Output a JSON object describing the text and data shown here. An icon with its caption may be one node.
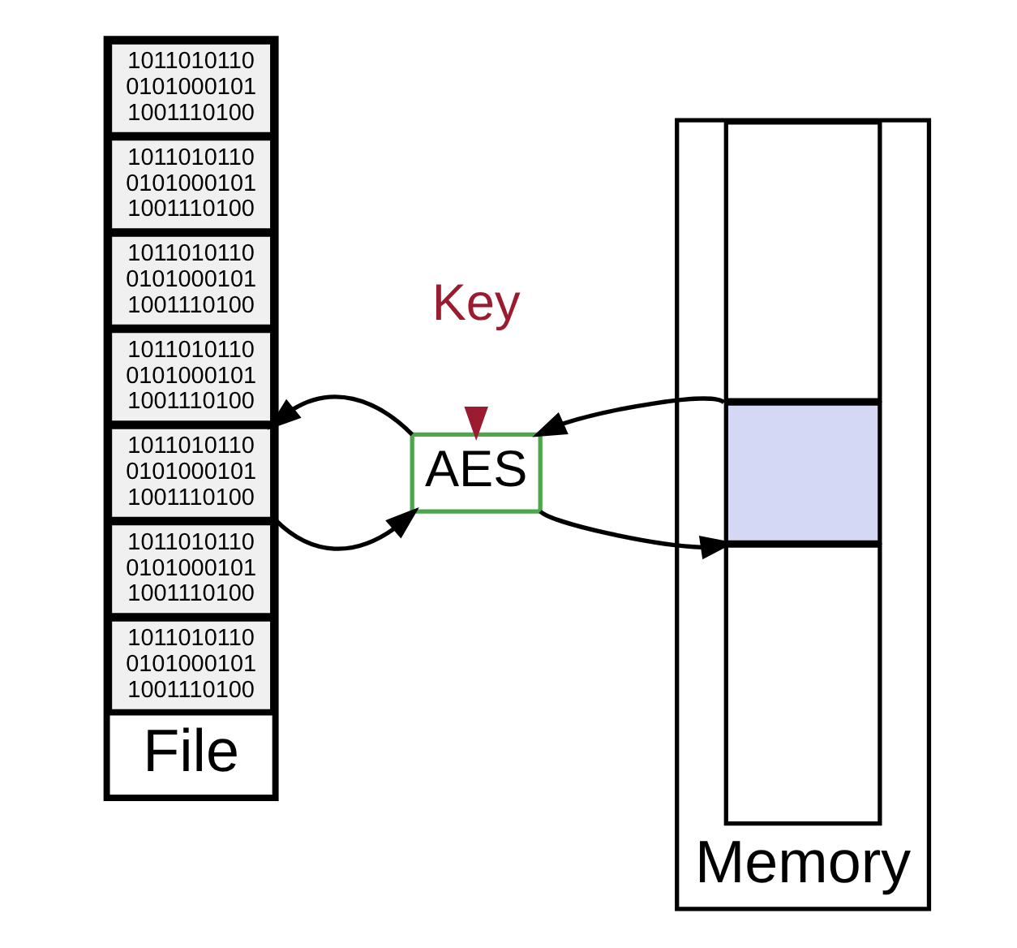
{
  "diagram": {
    "nodes": [
      {
        "text": [
          "File"
        ]
      },
      {
        "text": [
          "1011010110",
          "0101000101",
          "1001110100"
        ],
        "in": 0
      },
      {
        "text": [
          "1011010110",
          "0101000101",
          "1001110100"
        ],
        "in": 0
      },
      {
        "text": [
          "1011010110",
          "0101000101",
          "1001110100"
        ],
        "in": 0
      },
      {
        "text": [
          "1011010110",
          "0101000101",
          "1001110100"
        ],
        "in": 0
      },
      {
        "text": [
          "1011010110",
          "0101000101",
          "1001110100"
        ],
        "in": 0
      },
      {
        "text": [
          "1011010110",
          "0101000101",
          "1001110100"
        ],
        "in": 0
      },
      {
        "text": [
          "1011010110",
          "0101000101",
          "1001110100"
        ],
        "in": 0
      },
      {
        "text": [
          "Key"
        ]
      },
      {
        "text": [
          "AES"
        ]
      },
      {
        "text": [
          "Memory"
        ]
      },
      {
        "text": [],
        "shape": "box",
        "in": 10
      },
      {
        "text": [],
        "shape": "box",
        "in": 10
      },
      {
        "text": [],
        "shape": "box",
        "in": 10
      }
    ],
    "edges": [
      {
        "from": 9,
        "to": 5,
        "arrow": "to"
      },
      {
        "from": 5,
        "to": 9,
        "arrow": "to"
      },
      {
        "from": 8,
        "to": 9,
        "arrow": "to",
        "color": "#9b1b30"
      },
      {
        "from": 12,
        "to": 9,
        "arrow": "to"
      },
      {
        "from": 9,
        "to": 12,
        "arrow": "to"
      }
    ]
  }
}
